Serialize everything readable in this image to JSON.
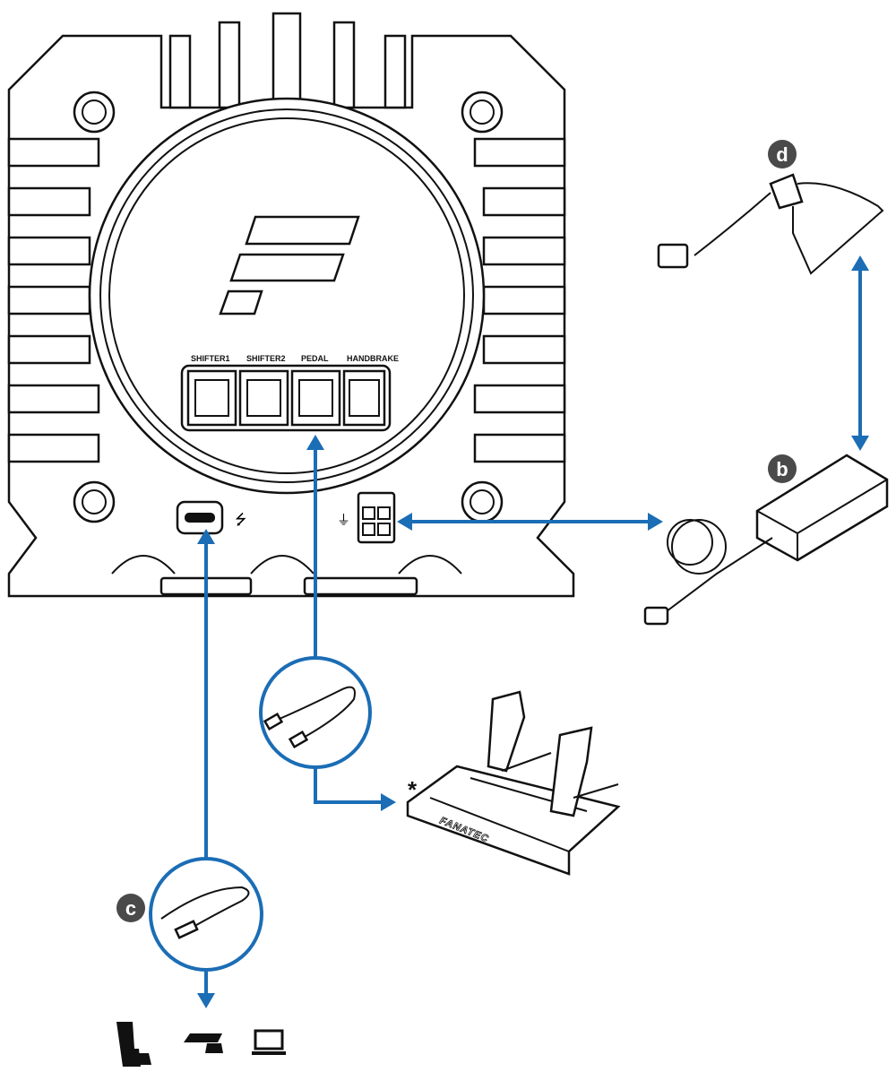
{
  "ports": {
    "labels": [
      "SHIFTER1",
      "SHIFTER2",
      "PEDAL",
      "HANDBRAKE"
    ]
  },
  "badges": {
    "power_supply": "b",
    "usb_cable": "c",
    "power_cord": "d"
  },
  "pedals": {
    "brand": "FANATEC",
    "note_marker": "*"
  },
  "platforms": [
    "playstation-console-icon",
    "xbox-console-icon",
    "pc-laptop-icon"
  ],
  "colors": {
    "arrow": "#1b6db5",
    "badge": "#4a4a4a",
    "outline": "#111111"
  }
}
